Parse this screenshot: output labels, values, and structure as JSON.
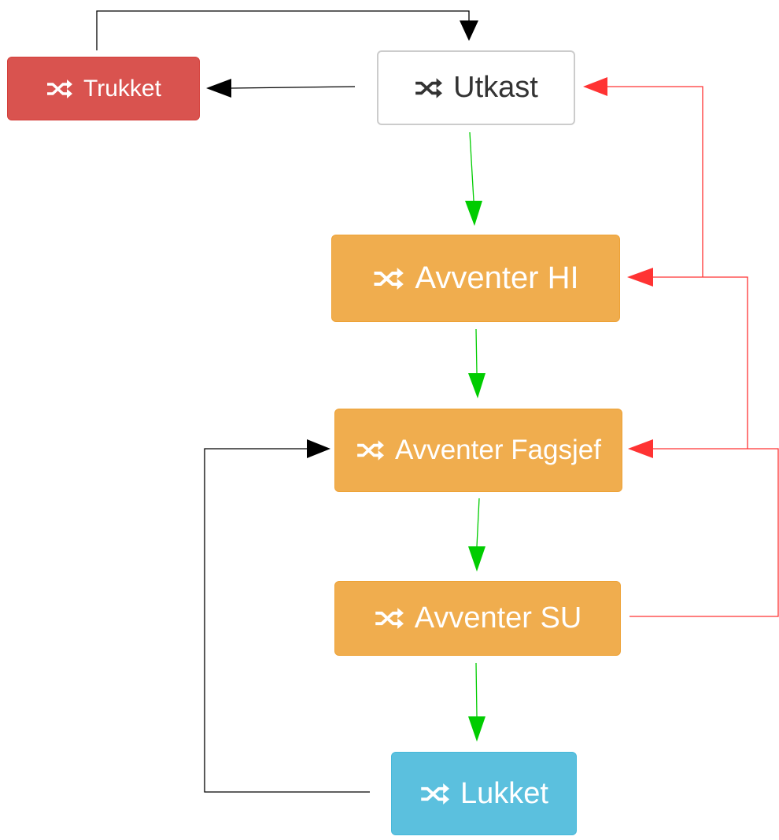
{
  "states": {
    "trukket": {
      "label": "Trukket",
      "icon": "shuffle-icon"
    },
    "utkast": {
      "label": "Utkast",
      "icon": "shuffle-icon"
    },
    "avventer_hi": {
      "label": "Avventer HI",
      "icon": "shuffle-icon"
    },
    "avventer_fagsjef": {
      "label": "Avventer Fagsjef",
      "icon": "shuffle-icon"
    },
    "avventer_su": {
      "label": "Avventer SU",
      "icon": "shuffle-icon"
    },
    "lukket": {
      "label": "Lukket",
      "icon": "shuffle-icon"
    }
  },
  "transitions": [
    {
      "from": "utkast",
      "to": "trukket",
      "kind": "neutral"
    },
    {
      "from": "trukket",
      "to": "utkast",
      "kind": "neutral"
    },
    {
      "from": "utkast",
      "to": "avventer_hi",
      "kind": "forward"
    },
    {
      "from": "avventer_hi",
      "to": "avventer_fagsjef",
      "kind": "forward"
    },
    {
      "from": "avventer_fagsjef",
      "to": "avventer_su",
      "kind": "forward"
    },
    {
      "from": "avventer_su",
      "to": "lukket",
      "kind": "forward"
    },
    {
      "from": "lukket",
      "to": "avventer_fagsjef",
      "kind": "neutral"
    },
    {
      "from": "avventer_hi",
      "to": "utkast",
      "kind": "reject"
    },
    {
      "from": "avventer_fagsjef",
      "to": "avventer_hi",
      "kind": "reject"
    },
    {
      "from": "avventer_su",
      "to": "avventer_fagsjef",
      "kind": "reject"
    }
  ],
  "colors": {
    "danger": "#d9534f",
    "default_border": "#cccccc",
    "warning": "#f0ad4e",
    "info": "#5bc0de",
    "forward_edge": "#00cc00",
    "reject_edge": "#ff3333",
    "neutral_edge": "#000000"
  }
}
